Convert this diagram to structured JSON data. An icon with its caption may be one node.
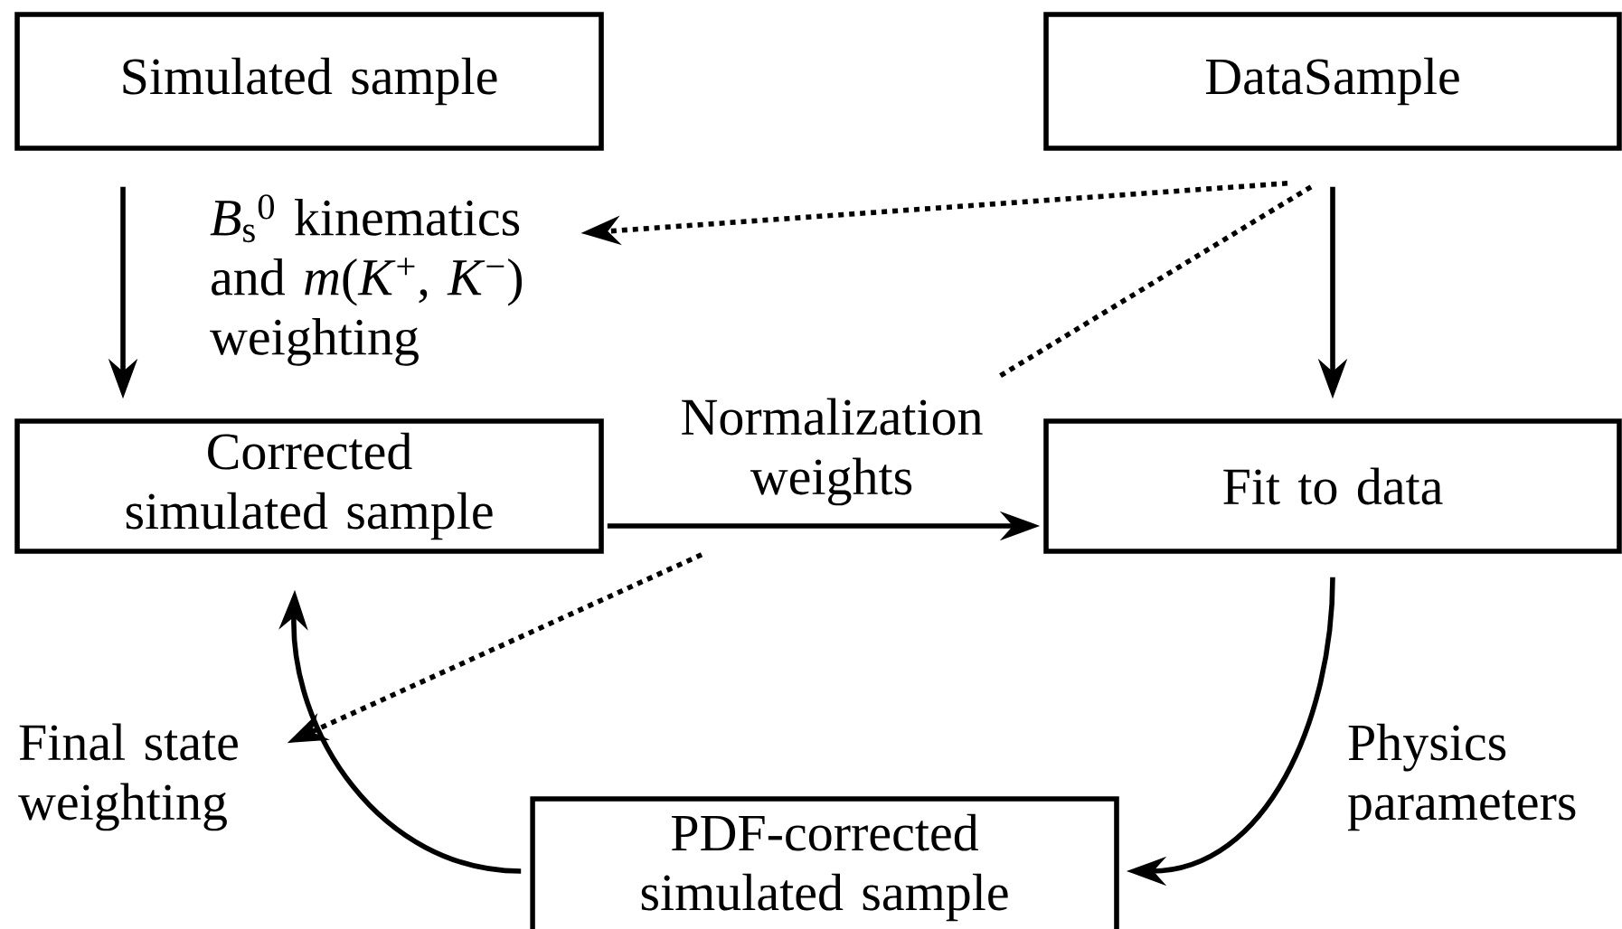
{
  "diagram": {
    "nodes": [
      {
        "text": [
          "Simulated sample"
        ]
      },
      {
        "text": [
          "DataSample"
        ]
      },
      {
        "text": [
          "*B*$_{s}$$^{0}$ kinematics and *m*(*K*$^{+}$, *K*$^{−}$) weighting"
        ]
      },
      {
        "text": [
          "Corrected simulated sample"
        ]
      },
      {
        "text": [
          "Normalization weights"
        ]
      },
      {
        "text": [
          "Fit to data"
        ]
      },
      {
        "text": [
          "Final state weighting"
        ]
      },
      {
        "text": [
          "PDF-corrected simulated sample"
        ]
      }
    ],
    "edges": [
      {
        "from": 0,
        "to": 3,
        "arrow": "to"
      },
      {
        "from": 1,
        "to": 2,
        "arrow": "to",
        "style": "dashed"
      },
      {
        "from": 1,
        "to": 4,
        "arrow": "none",
        "style": "dashed"
      },
      {
        "from": 4,
        "to": 6,
        "arrow": "to",
        "style": "dashed"
      },
      {
        "from": 1,
        "to": 5,
        "arrow": "to"
      },
      {
        "from": 3,
        "to": 5,
        "arrow": "to"
      },
      {
        "from": 5,
        "to": 7,
        "arrow": "to",
        "label": "Physics parameters"
      },
      {
        "from": 7,
        "to": 3,
        "arrow": "to"
      }
    ]
  }
}
